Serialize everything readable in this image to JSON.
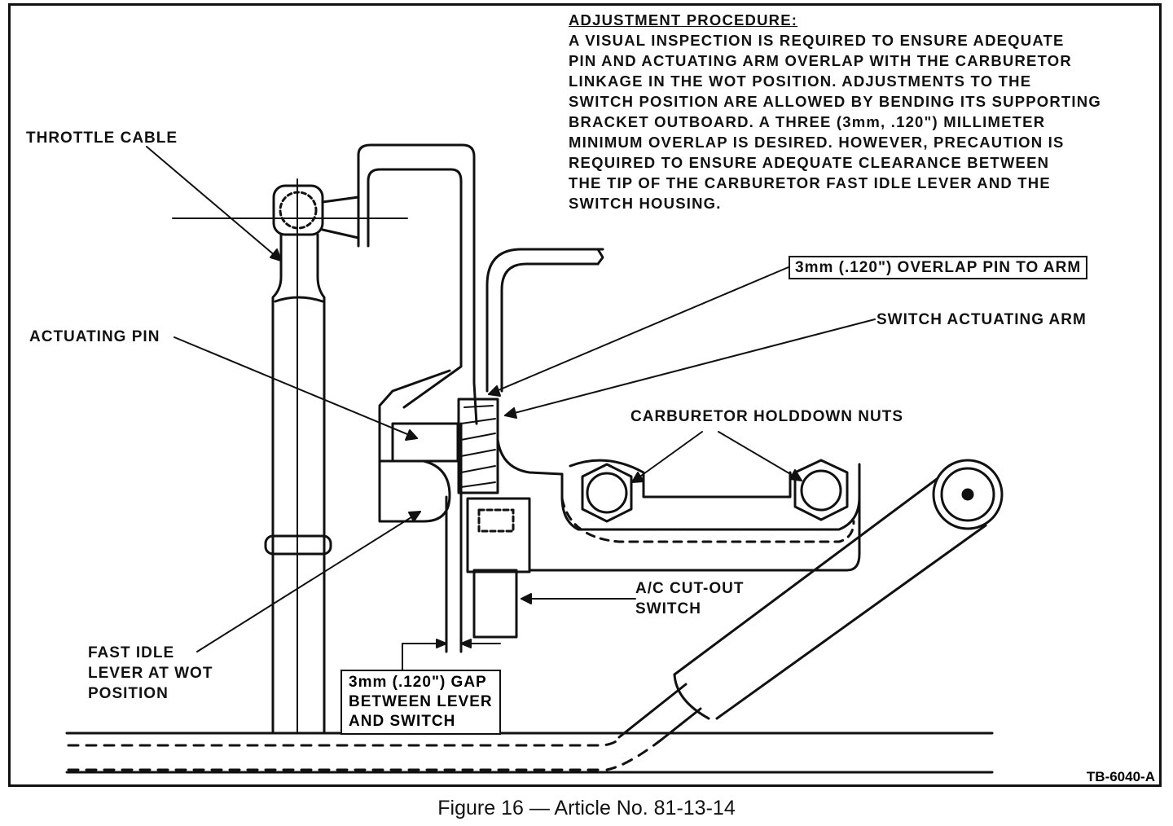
{
  "procedure": {
    "heading": "ADJUSTMENT PROCEDURE:",
    "lines": [
      "A VISUAL INSPECTION IS REQUIRED TO ENSURE ADEQUATE",
      "PIN AND ACTUATING ARM OVERLAP WITH THE CARBURETOR",
      "LINKAGE IN THE WOT POSITION. ADJUSTMENTS TO THE",
      "SWITCH POSITION ARE ALLOWED BY BENDING ITS SUPPORTING",
      "BRACKET OUTBOARD. A THREE (3mm, .120\") MILLIMETER",
      "MINIMUM OVERLAP IS DESIRED. HOWEVER, PRECAUTION IS",
      "REQUIRED TO ENSURE ADEQUATE CLEARANCE BETWEEN",
      "THE TIP OF THE CARBURETOR FAST IDLE LEVER AND THE",
      "SWITCH HOUSING."
    ]
  },
  "labels": {
    "throttle_cable": "THROTTLE CABLE",
    "actuating_pin": "ACTUATING PIN",
    "overlap": "3mm (.120\") OVERLAP PIN TO ARM",
    "switch_arm": "SWITCH ACTUATING ARM",
    "holddown_nuts": "CARBURETOR HOLDDOWN NUTS",
    "ac_switch_1": "A/C CUT-OUT",
    "ac_switch_2": "SWITCH",
    "fast_idle_1": "FAST IDLE",
    "fast_idle_2": "LEVER AT WOT",
    "fast_idle_3": "POSITION",
    "gap_1": "3mm (.120\") GAP",
    "gap_2": "BETWEEN LEVER",
    "gap_3": "AND SWITCH"
  },
  "figure_code": "TB-6040-A",
  "caption": "Figure 16 — Article No. 81-13-14",
  "colors": {
    "ink": "#111111",
    "paper": "#ffffff"
  }
}
